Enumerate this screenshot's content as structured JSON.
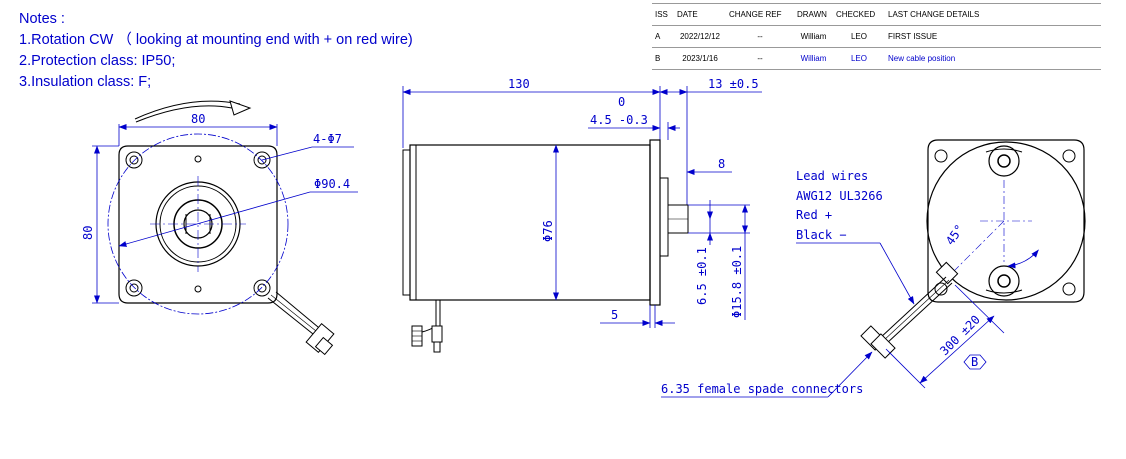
{
  "notes": {
    "title": "Notes :",
    "items": [
      "1.Rotation CW （ looking at mounting end with +  on red wire)",
      "2.Protection class: IP50;",
      "3.Insulation class: F;"
    ]
  },
  "revision_table": {
    "headers": [
      "ISS",
      "DATE",
      "CHANGE REF",
      "DRAWN",
      "CHECKED",
      "LAST CHANGE DETAILS"
    ],
    "rows": [
      {
        "iss": "A",
        "date": "2022/12/12",
        "change_ref": "--",
        "drawn": "William",
        "checked": "LEO",
        "details": "FIRST ISSUE"
      },
      {
        "iss": "B",
        "date": "2023/1/16",
        "change_ref": "--",
        "drawn": "William",
        "checked": "LEO",
        "details": "New cable position"
      }
    ]
  },
  "front_view": {
    "dim_width": "80",
    "dim_height": "80",
    "hole_callout": "4-Φ7",
    "circle_callout": "Φ90.4"
  },
  "side_view": {
    "dim_length": "130",
    "dim_flange_tol_upper": "0",
    "dim_flange": "4.5 -0.3",
    "dim_shaft_length": "13 ±0.5",
    "dim_key": "8",
    "dim_body_dia": "Φ76",
    "dim_shaft_flat": "6.5 ±0.1",
    "dim_shaft_dia": "Φ15.8 ±0.1",
    "dim_wire_offset": "5"
  },
  "rear_view": {
    "lead_wires_lines": [
      "Lead wires",
      "AWG12 UL3266",
      "Red +",
      "Black −"
    ],
    "angle": "45°",
    "cable_length": "300 ±20",
    "rev_marker": "B",
    "connector_label": "6.35 female spade connectors"
  }
}
